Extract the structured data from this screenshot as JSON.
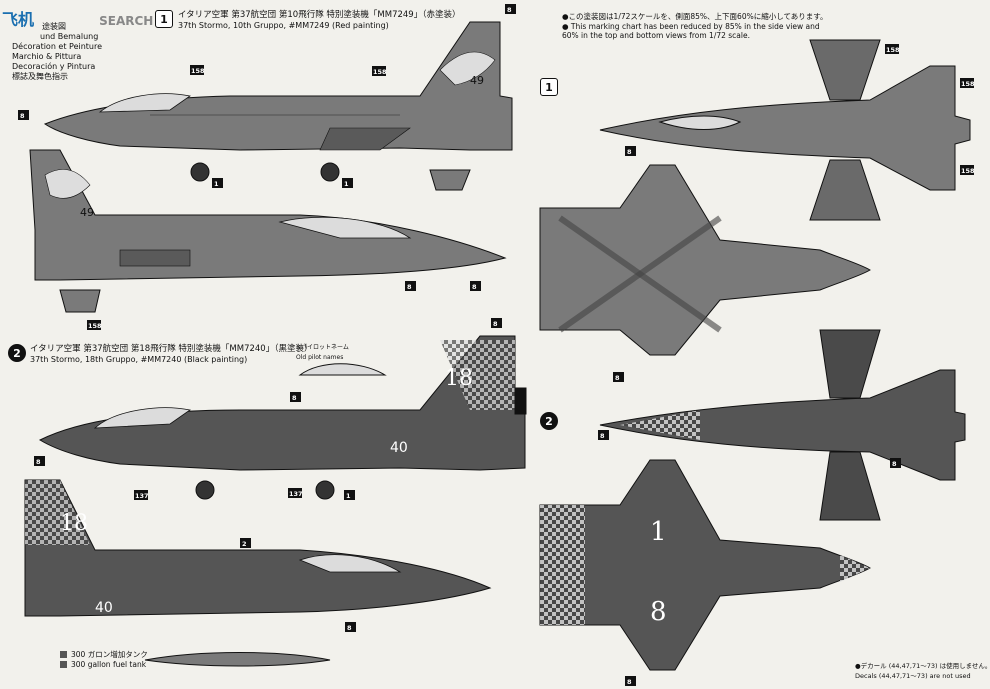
{
  "watermark": {
    "cjk": "飞机",
    "latin": "SEARCH"
  },
  "header_langs": [
    "und Bemalung",
    "Décoration et Peinture",
    "Marchio & Pittura",
    "Decoración y Pintura",
    "標誌及舞色指示"
  ],
  "header_partial": "途装図",
  "scheme1": {
    "number": "1",
    "title_jp": "イタリア空軍 第37航空団 第10飛行隊 特別塗装機「MM7249」（赤塗装）",
    "title_en": "37th Stormo, 10th Gruppo, #MM7249 (Red painting)",
    "tail_code": "49"
  },
  "scheme2": {
    "number": "2",
    "title_jp": "イタリア空軍 第37航空団 第18飛行隊 特別塗装機「MM7240」（黒塗装）",
    "title_en": "37th Stormo, 18th Gruppo, #MM7240 (Black painting)",
    "tail_number": "18",
    "fuselage_code": "40",
    "canopy_label_jp": "※パイロットネーム",
    "canopy_label_en": "Old pilot names"
  },
  "scale_note": {
    "jp": "●この塗装図は1/72スケールを、側面85%、上下面60%に縮小してあります。",
    "en1": "● This marking chart has been reduced by 85% in the side view and",
    "en2": "60% in the top and bottom views from 1/72 scale."
  },
  "tank": {
    "jp": "300 ガロン増加タンク",
    "en": "300 gallon fuel tank"
  },
  "decal_note": {
    "jp": "●デカール (44,47,71〜73) は使用しません。",
    "en": "Decals (44,47,71〜73) are not used"
  },
  "colors": {
    "paint": "#6f6f6f",
    "dark": "#3a3a3a",
    "light": "#9a9a9a",
    "line": "#111111",
    "paper": "#f2f1ec"
  }
}
